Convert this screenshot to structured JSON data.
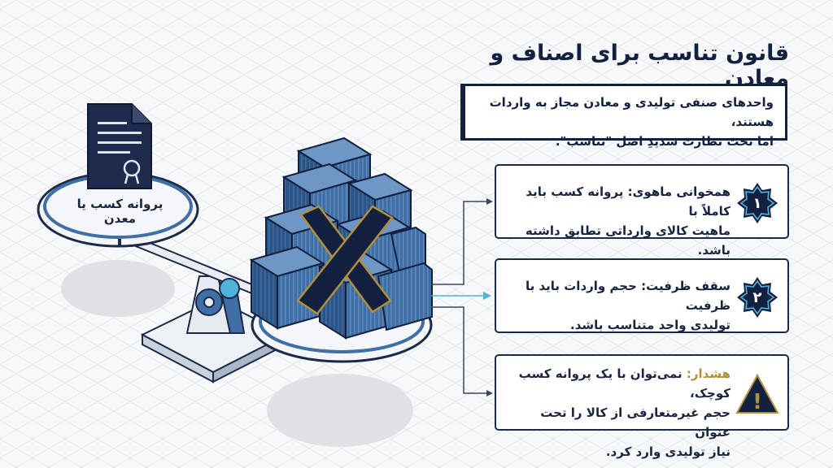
{
  "title": "قانون تناسب برای اصناف و معادن",
  "intro": {
    "line1": "واحدهای صنفی تولیدی و معادن مجاز به واردات هستند،",
    "line2": "اما تحت نظارت شدیدِ اصل \"تناسب\"."
  },
  "scale_label": "پروانه کسب یا معدن",
  "cards": [
    {
      "badge": "۱",
      "heading": "همخوانی ماهوی:",
      "text_line1": " پروانه کسب باید کاملاً با",
      "text_line2": "ماهیت کالای وارداتی تطابق داشته باشد."
    },
    {
      "badge": "۲",
      "heading": "سقف ظرفیت:",
      "text_line1": " حجم واردات باید با ظرفیت",
      "text_line2": "تولیدی واحد متناسب باشد."
    },
    {
      "badge": "!",
      "heading": "هشدار:",
      "text_line1": " نمی‌توان با یک پروانه کسب کوچک،",
      "text_line2": "حجم غیرمتعارفی از کالا را تحت عنوان",
      "text_line3": "نیاز تولیدی وارد کرد."
    }
  ],
  "colors": {
    "navy": "#13203f",
    "steel_blue": "#3f6fa5",
    "accent_cyan": "#4fb3d9",
    "gold": "#b0903a"
  },
  "icons": [
    "document-seal-icon",
    "container-stack-icon",
    "reject-x-icon",
    "scale-icon",
    "octagram-badge-icon",
    "warning-triangle-icon"
  ]
}
